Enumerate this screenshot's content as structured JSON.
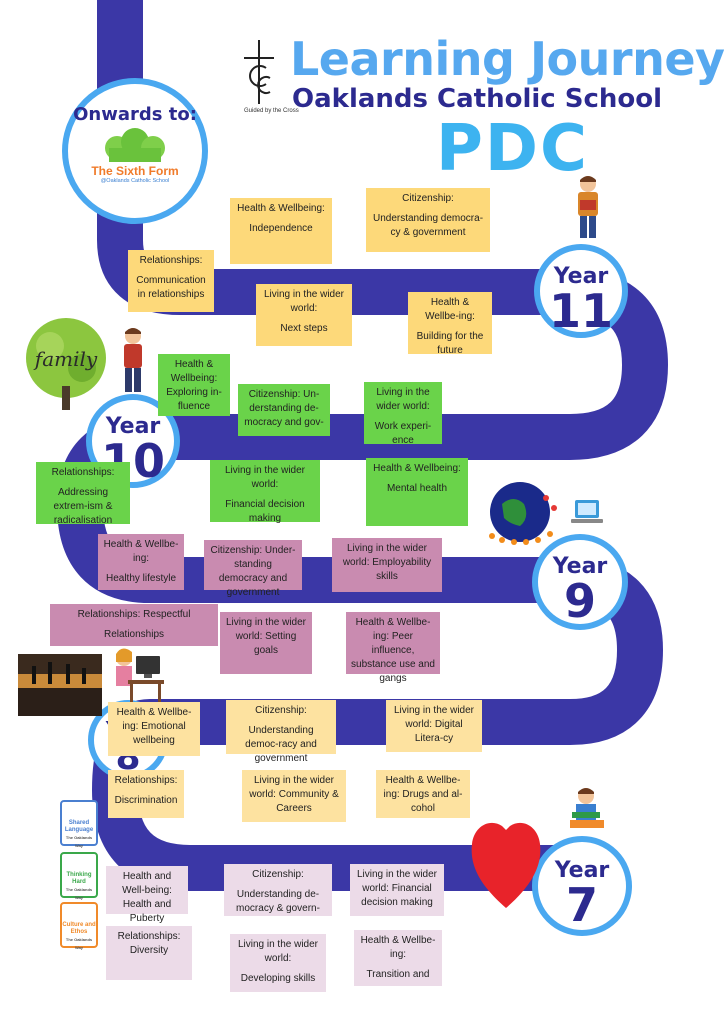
{
  "header": {
    "title": "Learning Journey",
    "school": "Oaklands Catholic School",
    "subject": "PDC",
    "crest_caption": "Guided by the Cross"
  },
  "onwards": {
    "label": "Onwards to:",
    "destination": "The Sixth Form",
    "destination_sub": "@Oaklands Catholic School"
  },
  "years": {
    "y11": {
      "word": "Year",
      "num": "11"
    },
    "y10": {
      "word": "Year",
      "num": "10"
    },
    "y9": {
      "word": "Year",
      "num": "9"
    },
    "y8": {
      "word": "Year",
      "num": "8"
    },
    "y7": {
      "word": "Year",
      "num": "7"
    }
  },
  "family_text": "family",
  "values_cards": [
    {
      "title": "Shared Language",
      "sub": "The Oaklands Way",
      "color": "#4a7fd0"
    },
    {
      "title": "Thinking Hard",
      "sub": "The Oaklands Way",
      "color": "#3aa84a"
    },
    {
      "title": "Culture and Ethos",
      "sub": "The Oaklands Way",
      "color": "#f08a2a"
    }
  ],
  "notes": {
    "n11_1": {
      "h": "Health & Wellbeing:",
      "b": "Independence"
    },
    "n11_2": {
      "h": "Citizenship:",
      "b": "Understanding democra-cy & government"
    },
    "n11_3": {
      "h": "Relationships:",
      "b": "Communication in relationships"
    },
    "n11_4": {
      "h": "Living in the wider world:",
      "b": "Next steps"
    },
    "n11_5": {
      "h": "Health & Wellbe-ing:",
      "b": "Building for the future"
    },
    "n10_1": {
      "h": "Health & Wellbeing: Exploring in-fluence",
      "b": ""
    },
    "n10_2": {
      "h": "Citizenship: Un-derstanding de-mocracy and gov-",
      "b": ""
    },
    "n10_3": {
      "h": "Living in the wider world:",
      "b": "Work experi-ence"
    },
    "n10_4": {
      "h": "Relationships:",
      "b": "Addressing extrem-ism & radicalisation"
    },
    "n10_5": {
      "h": "Living in the wider world:",
      "b": "Financial decision making"
    },
    "n10_6": {
      "h": "Health & Wellbeing:",
      "b": "Mental health"
    },
    "n9_1": {
      "h": "Health & Wellbe-ing:",
      "b": "Healthy lifestyle"
    },
    "n9_2": {
      "h": "Citizenship: Under-standing democracy and government",
      "b": ""
    },
    "n9_3": {
      "h": "Living in the wider world: Employability skills",
      "b": ""
    },
    "n9_4": {
      "h": "Relationships: Respectful",
      "b": "Relationships"
    },
    "n9_5": {
      "h": "Living in the wider world: Setting goals",
      "b": ""
    },
    "n9_6": {
      "h": "Health & Wellbe-ing: Peer influence, substance use and gangs",
      "b": ""
    },
    "n8_1": {
      "h": "Health & Wellbe-ing: Emotional wellbeing",
      "b": ""
    },
    "n8_2": {
      "h": "Citizenship:",
      "b": "Understanding democ-racy and government"
    },
    "n8_3": {
      "h": "Living in the wider world: Digital Litera-cy",
      "b": ""
    },
    "n8_4": {
      "h": "Relationships:",
      "b": "Discrimination"
    },
    "n8_5": {
      "h": "Living in the wider world: Community & Careers",
      "b": ""
    },
    "n8_6": {
      "h": "Health & Wellbe-ing: Drugs and al-cohol",
      "b": ""
    },
    "n7_1": {
      "h": "Health and Well-being: Health and Puberty",
      "b": ""
    },
    "n7_2": {
      "h": "Citizenship:",
      "b": "Understanding de-mocracy & govern-"
    },
    "n7_3": {
      "h": "Living in the wider world: Financial decision making",
      "b": ""
    },
    "n7_4": {
      "h": "Relationships: Diversity",
      "b": ""
    },
    "n7_5": {
      "h": "Living in the wider world:",
      "b": "Developing skills"
    },
    "n7_6": {
      "h": "Health & Wellbe-ing:",
      "b": "Transition and"
    }
  },
  "colors": {
    "road": "#3b37a6",
    "ring": "#4aa8f0",
    "title_blue": "#56a8ef",
    "school_navy": "#2c2a8f"
  }
}
